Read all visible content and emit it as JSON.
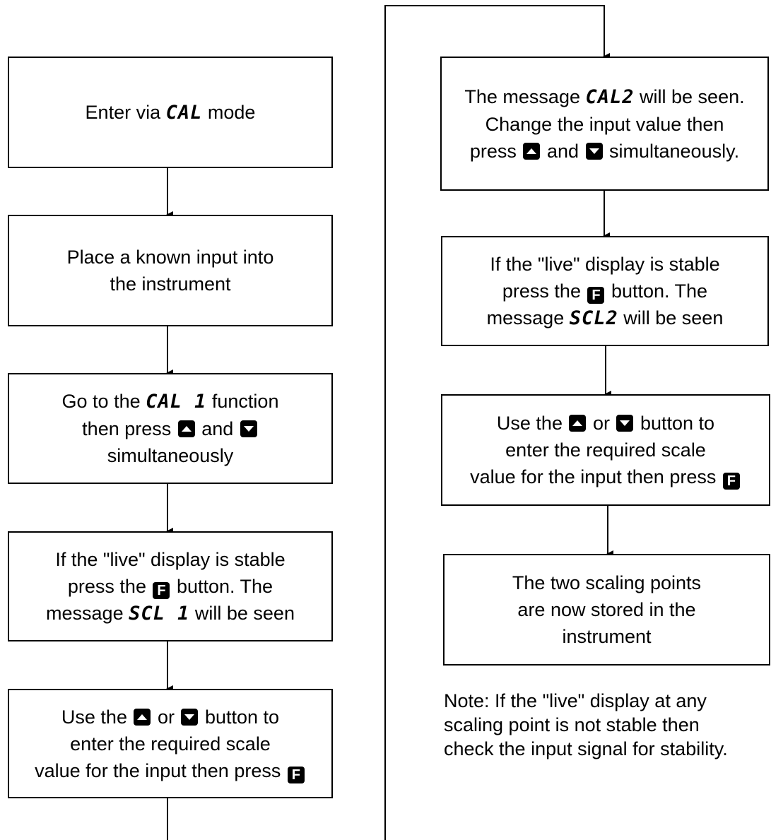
{
  "flow_left": [
    {
      "lines": [
        [
          {
            "t": "text",
            "v": "Enter via "
          },
          {
            "t": "seg",
            "v": "CAL"
          },
          {
            "t": "text",
            "v": " mode"
          }
        ]
      ]
    },
    {
      "lines": [
        [
          {
            "t": "text",
            "v": "Place a known input into"
          }
        ],
        [
          {
            "t": "text",
            "v": "the instrument"
          }
        ]
      ]
    },
    {
      "lines": [
        [
          {
            "t": "text",
            "v": "Go to the "
          },
          {
            "t": "seg",
            "v": "CAL 1"
          },
          {
            "t": "text",
            "v": " function"
          }
        ],
        [
          {
            "t": "text",
            "v": "then press "
          },
          {
            "t": "key",
            "v": "up"
          },
          {
            "t": "text",
            "v": " and "
          },
          {
            "t": "key",
            "v": "down"
          }
        ],
        [
          {
            "t": "text",
            "v": "simultaneously"
          }
        ]
      ]
    },
    {
      "lines": [
        [
          {
            "t": "text",
            "v": "If the \"live\" display is stable"
          }
        ],
        [
          {
            "t": "text",
            "v": "press the "
          },
          {
            "t": "key",
            "v": "F"
          },
          {
            "t": "text",
            "v": " button. The"
          }
        ],
        [
          {
            "t": "text",
            "v": "message "
          },
          {
            "t": "seg",
            "v": "SCL 1"
          },
          {
            "t": "text",
            "v": " will be seen"
          }
        ]
      ]
    },
    {
      "lines": [
        [
          {
            "t": "text",
            "v": "Use the "
          },
          {
            "t": "key",
            "v": "up"
          },
          {
            "t": "text",
            "v": " or "
          },
          {
            "t": "key",
            "v": "down"
          },
          {
            "t": "text",
            "v": " button to"
          }
        ],
        [
          {
            "t": "text",
            "v": "enter the required scale"
          }
        ],
        [
          {
            "t": "text",
            "v": "value for the input then press "
          },
          {
            "t": "key",
            "v": "F"
          }
        ]
      ]
    }
  ],
  "flow_right": [
    {
      "lines": [
        [
          {
            "t": "text",
            "v": "The message "
          },
          {
            "t": "seg",
            "v": "CAL2"
          },
          {
            "t": "text",
            "v": " will be seen."
          }
        ],
        [
          {
            "t": "text",
            "v": "Change the input value then"
          }
        ],
        [
          {
            "t": "text",
            "v": "press "
          },
          {
            "t": "key",
            "v": "up"
          },
          {
            "t": "text",
            "v": " and "
          },
          {
            "t": "key",
            "v": "down"
          },
          {
            "t": "text",
            "v": " simultaneously."
          }
        ]
      ]
    },
    {
      "lines": [
        [
          {
            "t": "text",
            "v": "If the \"live\" display is stable"
          }
        ],
        [
          {
            "t": "text",
            "v": "press the "
          },
          {
            "t": "key",
            "v": "F"
          },
          {
            "t": "text",
            "v": " button. The"
          }
        ],
        [
          {
            "t": "text",
            "v": "message "
          },
          {
            "t": "seg",
            "v": "SCL2"
          },
          {
            "t": "text",
            "v": " will be seen"
          }
        ]
      ]
    },
    {
      "lines": [
        [
          {
            "t": "text",
            "v": "Use the "
          },
          {
            "t": "key",
            "v": "up"
          },
          {
            "t": "text",
            "v": " or "
          },
          {
            "t": "key",
            "v": "down"
          },
          {
            "t": "text",
            "v": " button to"
          }
        ],
        [
          {
            "t": "text",
            "v": "enter the required scale"
          }
        ],
        [
          {
            "t": "text",
            "v": "value for the input then press "
          },
          {
            "t": "key",
            "v": "F"
          }
        ]
      ]
    },
    {
      "lines": [
        [
          {
            "t": "text",
            "v": "The two scaling points"
          }
        ],
        [
          {
            "t": "text",
            "v": "are now stored in the"
          }
        ],
        [
          {
            "t": "text",
            "v": "instrument"
          }
        ]
      ]
    }
  ],
  "note": {
    "lines": [
      "Note: If the \"live\" display at any",
      "scaling point is not stable then",
      "check the input signal for stability."
    ]
  },
  "icons": {
    "up": "up-arrow-key-icon",
    "down": "down-arrow-key-icon",
    "F": "f-key-icon"
  }
}
